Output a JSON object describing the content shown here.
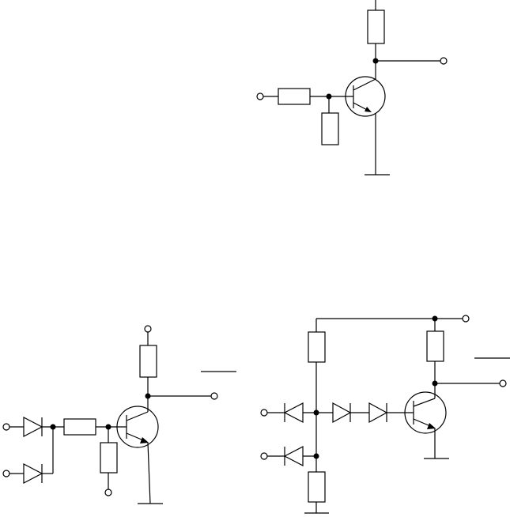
{
  "diagram": {
    "kind": "transistor-logic-schematics",
    "circuits": [
      {
        "id": "inverter",
        "description_visible_text": ""
      },
      {
        "id": "diode-transistor-nand",
        "description_visible_text": ""
      },
      {
        "id": "diode-transistor-nor",
        "description_visible_text": ""
      }
    ],
    "colors": {
      "line": "#000000",
      "background": "#ffffff"
    }
  }
}
